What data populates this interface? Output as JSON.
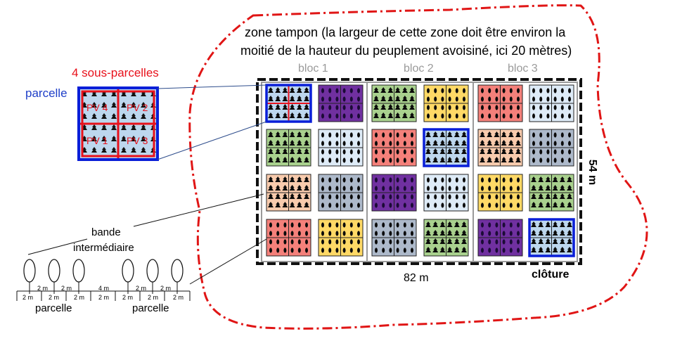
{
  "buffer_zone": {
    "line1": "zone tampon (la largeur de cette zone doit être environ la",
    "line2": "moitié de la hauteur du peuplement avoisiné, ici 20 mètres)"
  },
  "blocks": [
    "bloc 1",
    "bloc 2",
    "bloc 3"
  ],
  "dims": {
    "height": "54 m",
    "width": "82 m"
  },
  "fence": "clôture",
  "subplots": {
    "title": "4 sous-parcelles",
    "parcel": "parcelle",
    "pv": [
      "PV 4",
      "PV 2",
      "PV 1",
      "PV 3"
    ]
  },
  "band": {
    "line1": "bande",
    "line2": "intermédiaire"
  },
  "spacing": {
    "top": [
      "2 m",
      "2 m",
      "4 m",
      "2 m",
      "2 m"
    ],
    "bottom": [
      "2 m",
      "2 m",
      "2 m",
      "2 m",
      "2 m",
      "2 m",
      "2 m"
    ],
    "parcel_labels": [
      "parcelle",
      "parcelle"
    ]
  },
  "colors": {
    "blue": "#bdd7ee",
    "purple": "#7030a0",
    "green": "#a9d18e",
    "yellow": "#ffd966",
    "red": "#f4807a",
    "lightblue": "#deebf7",
    "peach": "#f8cbad",
    "gray": "#adb9ca",
    "highlight": "#0a1fd8",
    "buffer": "#e01515",
    "sub_red": "#e8111b"
  },
  "grid": [
    [
      {
        "c": "blue",
        "g": "tree",
        "hl": true,
        "sub": true
      },
      {
        "c": "purple",
        "g": "dot"
      },
      {
        "c": "green",
        "g": "tree"
      },
      {
        "c": "yellow",
        "g": "dot"
      },
      {
        "c": "red",
        "g": "dot"
      },
      {
        "c": "lightblue",
        "g": "dot"
      }
    ],
    [
      {
        "c": "green",
        "g": "tree"
      },
      {
        "c": "lightblue",
        "g": "dot"
      },
      {
        "c": "red",
        "g": "dot"
      },
      {
        "c": "blue",
        "g": "tree",
        "hl": true
      },
      {
        "c": "peach",
        "g": "tree"
      },
      {
        "c": "gray",
        "g": "dot"
      }
    ],
    [
      {
        "c": "peach",
        "g": "tree"
      },
      {
        "c": "gray",
        "g": "dot"
      },
      {
        "c": "purple",
        "g": "dot"
      },
      {
        "c": "lightblue",
        "g": "dot"
      },
      {
        "c": "yellow",
        "g": "dot"
      },
      {
        "c": "green",
        "g": "tree"
      }
    ],
    [
      {
        "c": "red",
        "g": "dot"
      },
      {
        "c": "yellow",
        "g": "dot"
      },
      {
        "c": "gray",
        "g": "dot"
      },
      {
        "c": "green",
        "g": "tree"
      },
      {
        "c": "purple",
        "g": "dot"
      },
      {
        "c": "blue",
        "g": "tree",
        "hl": true
      }
    ]
  ]
}
